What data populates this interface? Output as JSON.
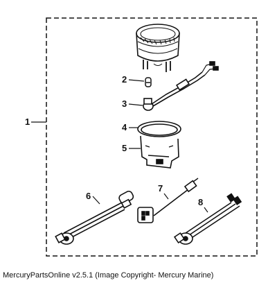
{
  "diagram": {
    "callouts": [
      {
        "id": "callout-1",
        "label": "1"
      },
      {
        "id": "callout-2",
        "label": "2"
      },
      {
        "id": "callout-3",
        "label": "3"
      },
      {
        "id": "callout-4",
        "label": "4"
      },
      {
        "id": "callout-5",
        "label": "5"
      },
      {
        "id": "callout-6",
        "label": "6"
      },
      {
        "id": "callout-7",
        "label": "7"
      },
      {
        "id": "callout-8",
        "label": "8"
      }
    ],
    "parts": [
      {
        "name": "gauge-body",
        "callout": "1"
      },
      {
        "name": "bulb",
        "callout": "2"
      },
      {
        "name": "bulb-socket-harness",
        "callout": "3"
      },
      {
        "name": "mounting-bracket-ring",
        "callout": "4"
      },
      {
        "name": "mounting-bracket-clip",
        "callout": "5"
      },
      {
        "name": "wiring-harness-left",
        "callout": "6"
      },
      {
        "name": "connector-lead",
        "callout": "7"
      },
      {
        "name": "wiring-harness-right",
        "callout": "8"
      }
    ]
  },
  "caption": "MercuryPartsOnline v2.5.1 (Image Copyright- Mercury Marine)"
}
